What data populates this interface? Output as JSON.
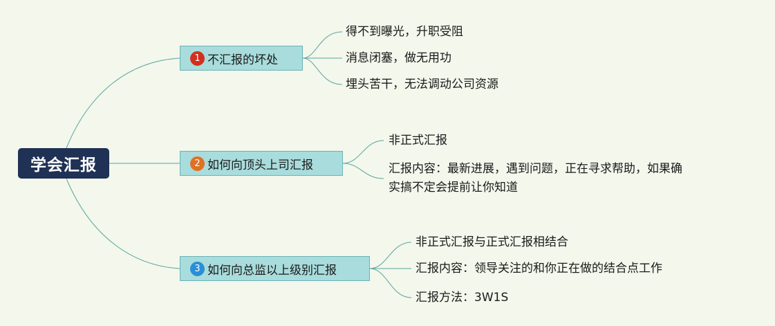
{
  "root": {
    "label": "学会汇报"
  },
  "branches": [
    {
      "number": "1",
      "label": "不汇报的坏处",
      "badge_color": "#d2301f",
      "leaves": [
        "得不到曝光，升职受阻",
        "消息闭塞，做无用功",
        "埋头苦干，无法调动公司资源"
      ]
    },
    {
      "number": "2",
      "label": "如何向顶头上司汇报",
      "badge_color": "#e07122",
      "leaves": [
        "非正式汇报",
        "汇报内容：最新进展，遇到问题，正在寻求帮助，如果确",
        "实搞不定会提前让你知道"
      ]
    },
    {
      "number": "3",
      "label": "如何向总监以上级别汇报",
      "badge_color": "#2b8fd6",
      "leaves": [
        "非正式汇报与正式汇报相结合",
        "汇报内容：领导关注的和你正在做的结合点工作",
        "汇报方法：3W1S"
      ]
    }
  ],
  "colors": {
    "background": "#f3f7ec",
    "root_fill": "#1f3154",
    "branch_fill": "#a9dcdc",
    "connector": "#5aa59d"
  }
}
